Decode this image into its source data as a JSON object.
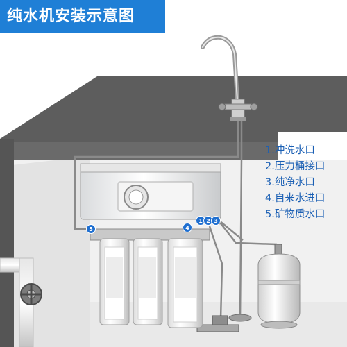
{
  "title": "纯水机安装示意图",
  "legend": [
    "1.冲洗水口",
    "2.压力桶接口",
    "3.纯净水口",
    "4.自来水进口",
    "5.矿物质水口"
  ],
  "markers": [
    "1",
    "2",
    "3",
    "4",
    "5"
  ],
  "colors": {
    "banner": "#1f7fd6",
    "legend_text": "#1a5fb4",
    "counter": "#5d5d5d",
    "marker": "#1f6fd0"
  }
}
